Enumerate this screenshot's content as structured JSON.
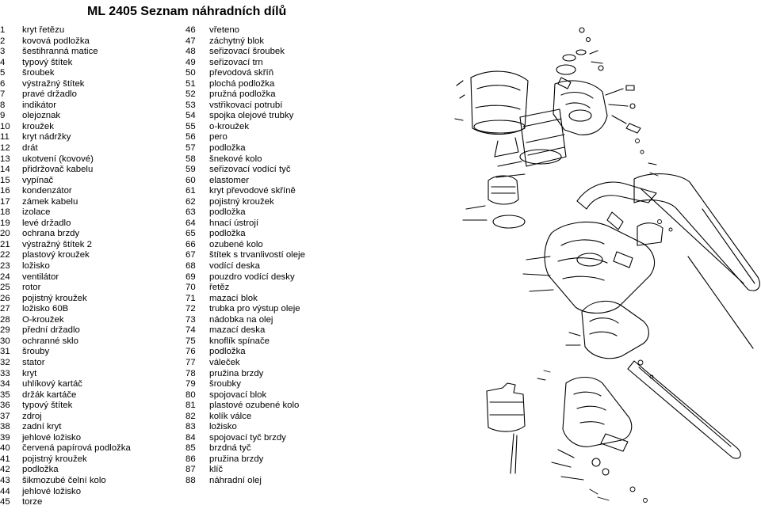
{
  "document": {
    "title": "ML 2405 Seznam náhradních dílů"
  },
  "parts_left": [
    {
      "num": "1",
      "name": "kryt řetězu"
    },
    {
      "num": "2",
      "name": "kovová podložka"
    },
    {
      "num": "3",
      "name": "šestihranná matice"
    },
    {
      "num": "4",
      "name": "typový štítek"
    },
    {
      "num": "5",
      "name": "šroubek"
    },
    {
      "num": "6",
      "name": "výstražný štítek"
    },
    {
      "num": "7",
      "name": "pravé držadlo"
    },
    {
      "num": "8",
      "name": "indikátor"
    },
    {
      "num": "9",
      "name": "olejoznak"
    },
    {
      "num": "10",
      "name": "kroužek"
    },
    {
      "num": "11",
      "name": "kryt nádržky"
    },
    {
      "num": "12",
      "name": "drát"
    },
    {
      "num": "13",
      "name": "ukotvení (kovové)"
    },
    {
      "num": "14",
      "name": "přidržovač kabelu"
    },
    {
      "num": "15",
      "name": "vypínač"
    },
    {
      "num": "16",
      "name": "kondenzátor"
    },
    {
      "num": "17",
      "name": "zámek kabelu"
    },
    {
      "num": "18",
      "name": "izolace"
    },
    {
      "num": "19",
      "name": "levé držadlo"
    },
    {
      "num": "20",
      "name": "ochrana brzdy"
    },
    {
      "num": "21",
      "name": "výstražný štítek 2"
    },
    {
      "num": "22",
      "name": "plastový kroužek"
    },
    {
      "num": "23",
      "name": "ložisko"
    },
    {
      "num": "24",
      "name": "ventilátor"
    },
    {
      "num": "25",
      "name": "rotor"
    },
    {
      "num": "26",
      "name": "pojistný kroužek"
    },
    {
      "num": "27",
      "name": "ložisko 60B"
    },
    {
      "num": "28",
      "name": "O-kroužek"
    },
    {
      "num": "29",
      "name": "přední držadlo"
    },
    {
      "num": "30",
      "name": "ochranné sklo"
    },
    {
      "num": "31",
      "name": "šrouby"
    },
    {
      "num": "32",
      "name": "stator"
    },
    {
      "num": "33",
      "name": "kryt"
    },
    {
      "num": "34",
      "name": "uhlíkový kartáč"
    },
    {
      "num": "35",
      "name": "držák kartáče"
    },
    {
      "num": "36",
      "name": "typový štítek"
    },
    {
      "num": "37",
      "name": "zdroj"
    },
    {
      "num": "38",
      "name": "zadní kryt"
    },
    {
      "num": "39",
      "name": "jehlové ložisko"
    },
    {
      "num": "40",
      "name": "červená papírová podložka"
    },
    {
      "num": "41",
      "name": "pojistný kroužek"
    },
    {
      "num": "42",
      "name": "podložka"
    },
    {
      "num": "43",
      "name": "šikmozubé čelní kolo"
    },
    {
      "num": "44",
      "name": "jehlové ložisko"
    },
    {
      "num": "45",
      "name": "torze"
    }
  ],
  "parts_right": [
    {
      "num": "46",
      "name": "vřeteno"
    },
    {
      "num": "47",
      "name": "záchytný blok"
    },
    {
      "num": "48",
      "name": "seřizovací šroubek"
    },
    {
      "num": "49",
      "name": "seřizovací trn"
    },
    {
      "num": "50",
      "name": "převodová skříň"
    },
    {
      "num": "51",
      "name": "plochá podložka"
    },
    {
      "num": "52",
      "name": "pružná podložka"
    },
    {
      "num": "53",
      "name": "vstřikovací potrubí"
    },
    {
      "num": "54",
      "name": "spojka olejové trubky"
    },
    {
      "num": "55",
      "name": "o-kroužek"
    },
    {
      "num": "56",
      "name": "pero"
    },
    {
      "num": "57",
      "name": "podložka"
    },
    {
      "num": "58",
      "name": "šnekové kolo"
    },
    {
      "num": "59",
      "name": "seřizovací vodící tyč"
    },
    {
      "num": "60",
      "name": "elastomer"
    },
    {
      "num": "61",
      "name": "kryt převodové skříně"
    },
    {
      "num": "62",
      "name": "pojistný kroužek"
    },
    {
      "num": "63",
      "name": "podložka"
    },
    {
      "num": "64",
      "name": "hnací ústrojí"
    },
    {
      "num": "65",
      "name": "podložka"
    },
    {
      "num": "66",
      "name": "ozubené kolo"
    },
    {
      "num": "67",
      "name": "štítek s trvanlivostí oleje"
    },
    {
      "num": "68",
      "name": "vodící deska"
    },
    {
      "num": "69",
      "name": "pouzdro vodící desky"
    },
    {
      "num": "70",
      "name": "řetěz"
    },
    {
      "num": "71",
      "name": "mazací blok"
    },
    {
      "num": "72",
      "name": "trubka pro výstup oleje"
    },
    {
      "num": "73",
      "name": "nádobka na olej"
    },
    {
      "num": "74",
      "name": "mazací deska"
    },
    {
      "num": "75",
      "name": "knoflík spínače"
    },
    {
      "num": "76",
      "name": "podložka"
    },
    {
      "num": "77",
      "name": "váleček"
    },
    {
      "num": "78",
      "name": "pružina brzdy"
    },
    {
      "num": "79",
      "name": "šroubky"
    },
    {
      "num": "80",
      "name": "spojovací blok"
    },
    {
      "num": "81",
      "name": "plastové ozubené kolo"
    },
    {
      "num": "82",
      "name": "kolík válce"
    },
    {
      "num": "83",
      "name": "ložisko"
    },
    {
      "num": "84",
      "name": "spojovací tyč brzdy"
    },
    {
      "num": "85",
      "name": "brzdná tyč"
    },
    {
      "num": "86",
      "name": "pružina brzdy"
    },
    {
      "num": "87",
      "name": "klíč"
    },
    {
      "num": "88",
      "name": "náhradní olej"
    }
  ],
  "diagram": {
    "subject": "exploded view chainsaw"
  }
}
